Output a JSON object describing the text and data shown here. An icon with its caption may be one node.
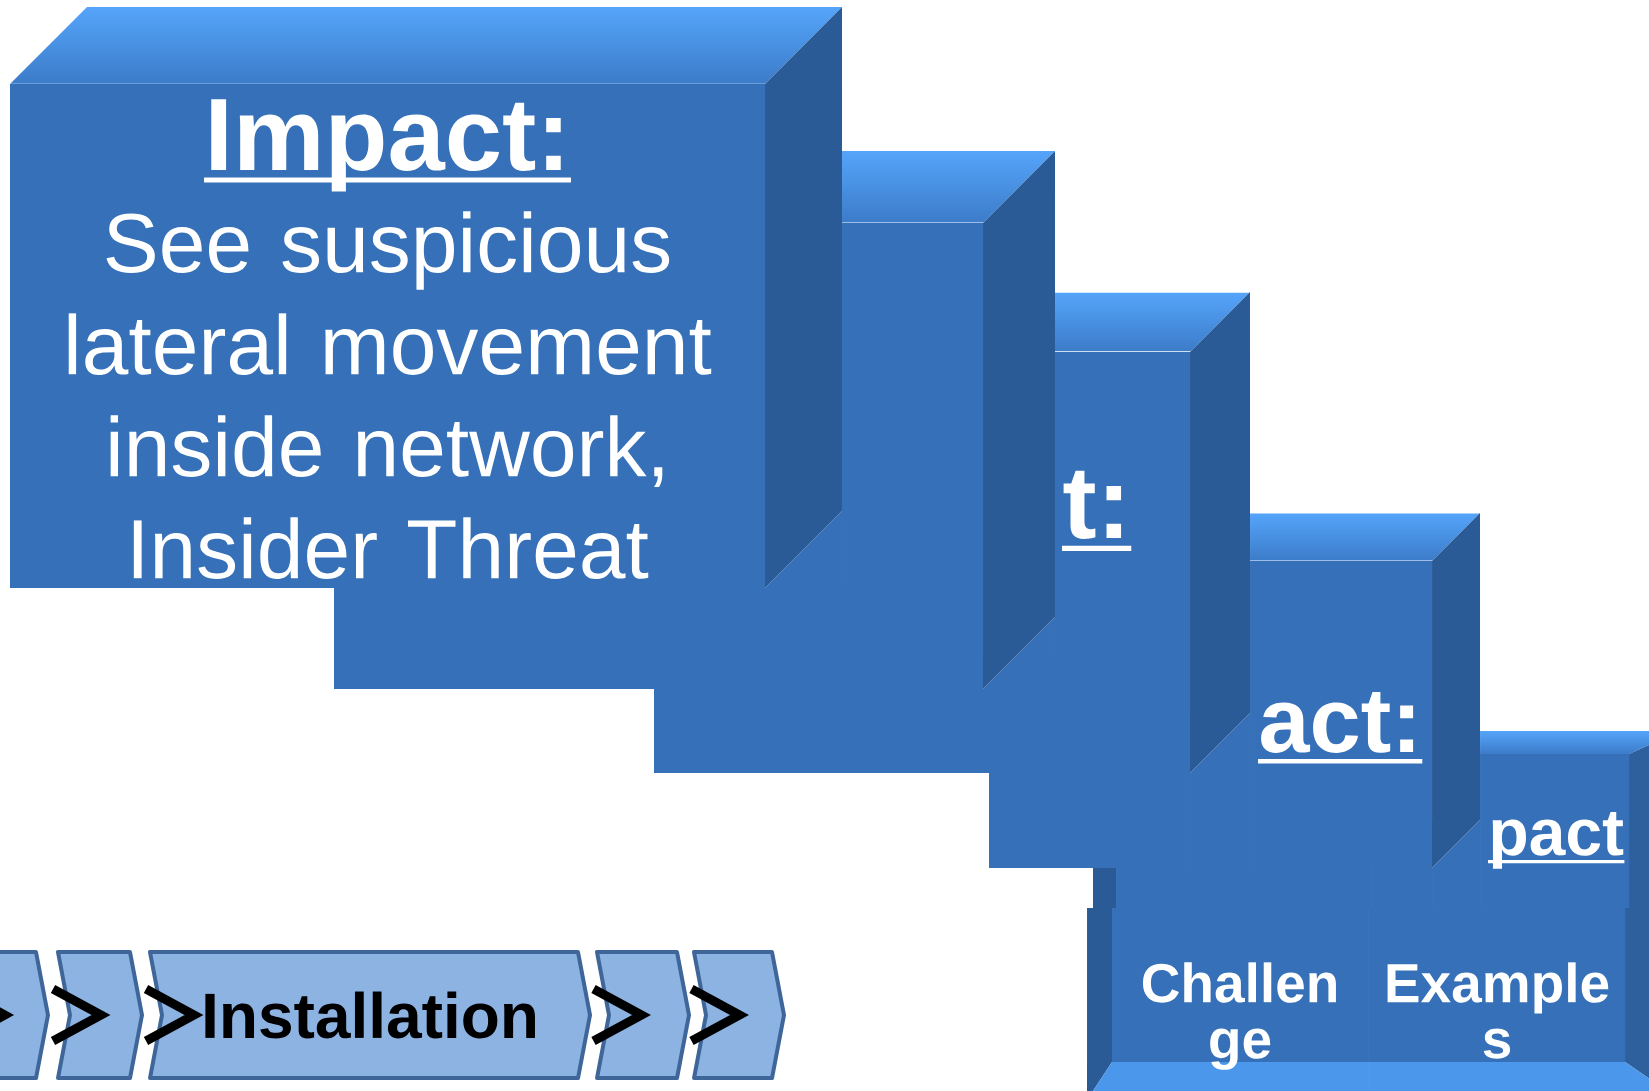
{
  "diagram": {
    "nodes": [
      {
        "text": [
          "Impact:",
          "See suspicious lateral movement inside network, Insider Threat"
        ]
      },
      {
        "text": [],
        "shape": "box"
      },
      {
        "text": [
          "t:"
        ]
      },
      {
        "text": [
          "act:"
        ]
      },
      {
        "text": [],
        "shape": "box"
      },
      {
        "text": [
          "pact"
        ]
      },
      {
        "text": [
          "Challen ge"
        ]
      },
      {
        "text": [
          "Example s"
        ]
      },
      {
        "text": [],
        "shape": "chevron"
      },
      {
        "text": [],
        "shape": "chevron"
      },
      {
        "text": [
          "Installation"
        ]
      },
      {
        "text": [],
        "shape": "chevron"
      },
      {
        "text": [],
        "shape": "chevron"
      }
    ],
    "edges": [
      {
        "from": null,
        "to": 8,
        "arrow": "to"
      },
      {
        "from": 8,
        "to": 9,
        "arrow": "to"
      },
      {
        "from": 9,
        "to": 10,
        "arrow": "to"
      },
      {
        "from": 10,
        "to": 11,
        "arrow": "to"
      },
      {
        "from": 11,
        "to": 12,
        "arrow": "to"
      }
    ]
  }
}
